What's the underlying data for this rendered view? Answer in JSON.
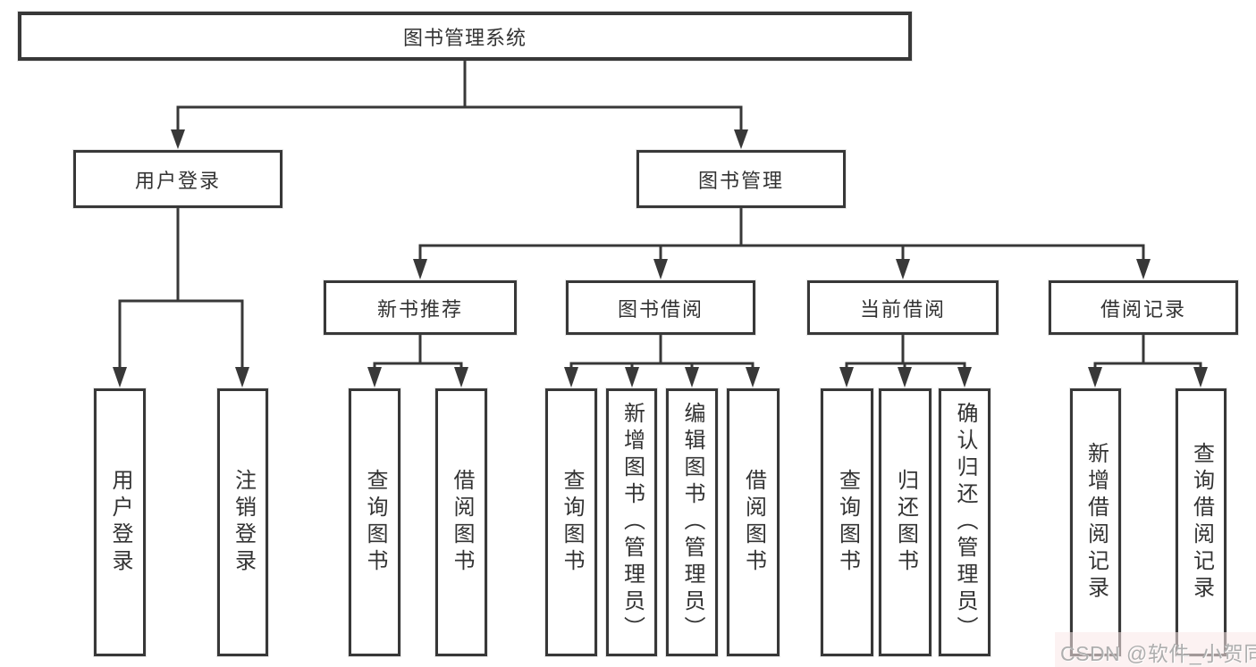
{
  "nodes": {
    "root": "图书管理系统",
    "user_login": "用户登录",
    "book_mgmt": "图书管理",
    "new_book_rec": "新书推荐",
    "book_borrow": "图书借阅",
    "current_borrow": "当前借阅",
    "borrow_records": "借阅记录",
    "leaf_user_login": "用户登录",
    "leaf_logout": "注销登录",
    "leaf_rec_query_book": "查询图书",
    "leaf_rec_borrow_book": "借阅图书",
    "leaf_bb_query_book": "查询图书",
    "leaf_bb_add_book": "新增图书（管理员）",
    "leaf_bb_edit_book": "编辑图书（管理员）",
    "leaf_bb_borrow_book": "借阅图书",
    "leaf_cb_query_book": "查询图书",
    "leaf_cb_return_book": "归还图书",
    "leaf_cb_confirm_return": "确认归还（管理员）",
    "leaf_br_add_record": "新增借阅记录",
    "leaf_br_query_record": "查询借阅记录"
  },
  "watermark": "CSDN @软件_小贺同学",
  "colors": {
    "line": "#383838",
    "text": "#333333",
    "watermark": "#aeaeae",
    "background": "#ffffff"
  }
}
